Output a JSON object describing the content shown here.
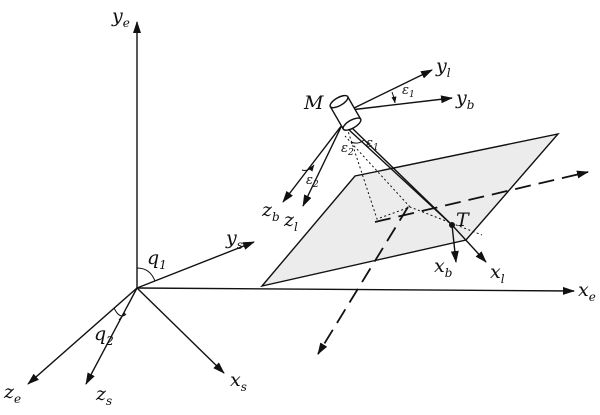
{
  "diagram": {
    "earth_axes": {
      "y": {
        "sym": "y",
        "sub": "e"
      },
      "x": {
        "sym": "x",
        "sub": "e"
      },
      "z": {
        "sym": "z",
        "sub": "e"
      }
    },
    "sensor_axes": {
      "y": {
        "sym": "y",
        "sub": "s"
      },
      "x": {
        "sym": "x",
        "sub": "s"
      },
      "z": {
        "sym": "z",
        "sub": "s"
      }
    },
    "angles": {
      "q1": {
        "sym": "q",
        "sub": "1"
      },
      "q2": {
        "sym": "q",
        "sub": "2"
      }
    },
    "points": {
      "M": "M",
      "T": "T"
    },
    "laser_axes": {
      "yl": {
        "sym": "y",
        "sub": "l"
      },
      "zl": {
        "sym": "z",
        "sub": "l"
      },
      "xl": {
        "sym": "x",
        "sub": "l"
      }
    },
    "body_axes": {
      "yb": {
        "sym": "y",
        "sub": "b"
      },
      "zb": {
        "sym": "z",
        "sub": "b"
      },
      "xb": {
        "sym": "x",
        "sub": "b"
      }
    },
    "errors": {
      "e1_top": {
        "sym": "ε",
        "sub": "1"
      },
      "e1_mid": {
        "sym": "ε",
        "sub": "1"
      },
      "e2_mid": {
        "sym": "ε",
        "sub": "2"
      },
      "e2_left": {
        "sym": "ε",
        "sub": "2"
      }
    }
  }
}
